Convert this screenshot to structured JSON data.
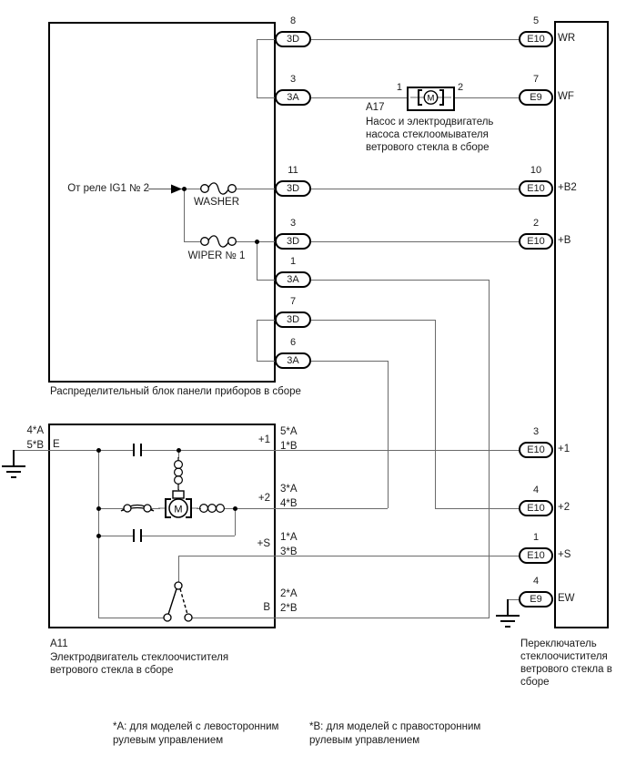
{
  "colors": {
    "line": "#000000",
    "wire": "#6a6a6a",
    "text": "#1a1a1a",
    "background": "#ffffff"
  },
  "junction_block": {
    "caption": "Распределительный блок панели приборов в сборе",
    "source_label": "От реле IG1 № 2",
    "fuse_washer": "WASHER",
    "fuse_wiper": "WIPER № 1",
    "connectors": [
      {
        "pin": "8",
        "code": "3D"
      },
      {
        "pin": "3",
        "code": "3A"
      },
      {
        "pin": "11",
        "code": "3D"
      },
      {
        "pin": "3",
        "code": "3D"
      },
      {
        "pin": "1",
        "code": "3A"
      },
      {
        "pin": "7",
        "code": "3D"
      },
      {
        "pin": "6",
        "code": "3A"
      }
    ]
  },
  "washer_pump": {
    "id": "A17",
    "pin_left": "1",
    "pin_right": "2",
    "motor_letter": "M",
    "caption_lines": [
      "Насос и электродвигатель",
      "насоса стеклоомывателя",
      "ветрового стекла в сборе"
    ]
  },
  "wiper_motor": {
    "id": "A11",
    "motor_letter": "M",
    "caption_lines": [
      "Электродвигатель стеклоочистителя",
      "ветрового стекла в сборе"
    ],
    "pin_e": "E",
    "left_outer": [
      "4*A",
      "5*B"
    ],
    "right_pins": [
      {
        "inner": "+1",
        "outer": [
          "5*A",
          "1*B"
        ]
      },
      {
        "inner": "+2",
        "outer": [
          "3*A",
          "4*B"
        ]
      },
      {
        "inner": "+S",
        "outer": [
          "1*A",
          "3*B"
        ]
      },
      {
        "inner": "B",
        "outer": [
          "2*A",
          "2*B"
        ]
      }
    ]
  },
  "wiper_switch": {
    "caption_lines": [
      "Переключатель",
      "стеклоочистителя",
      "ветрового стекла в",
      "сборе"
    ],
    "connectors": [
      {
        "pin": "5",
        "code": "E10",
        "signal": "WR"
      },
      {
        "pin": "7",
        "code": "E9",
        "signal": "WF"
      },
      {
        "pin": "10",
        "code": "E10",
        "signal": "+B2"
      },
      {
        "pin": "2",
        "code": "E10",
        "signal": "+B"
      },
      {
        "pin": "3",
        "code": "E10",
        "signal": "+1"
      },
      {
        "pin": "4",
        "code": "E10",
        "signal": "+2"
      },
      {
        "pin": "1",
        "code": "E10",
        "signal": "+S"
      },
      {
        "pin": "4",
        "code": "E9",
        "signal": "EW"
      }
    ]
  },
  "footnotes": {
    "a": [
      "*A: для моделей с левосторонним",
      "рулевым управлением"
    ],
    "b": [
      "*B: для моделей с правосторонним",
      "рулевым управлением"
    ]
  }
}
